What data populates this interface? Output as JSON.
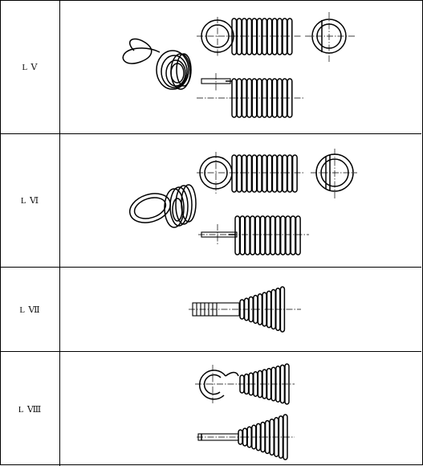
{
  "table": {
    "rows": [
      {
        "label": "L Ⅴ"
      },
      {
        "label": "L Ⅵ"
      },
      {
        "label": "L Ⅶ"
      },
      {
        "label": "L Ⅷ"
      }
    ]
  }
}
